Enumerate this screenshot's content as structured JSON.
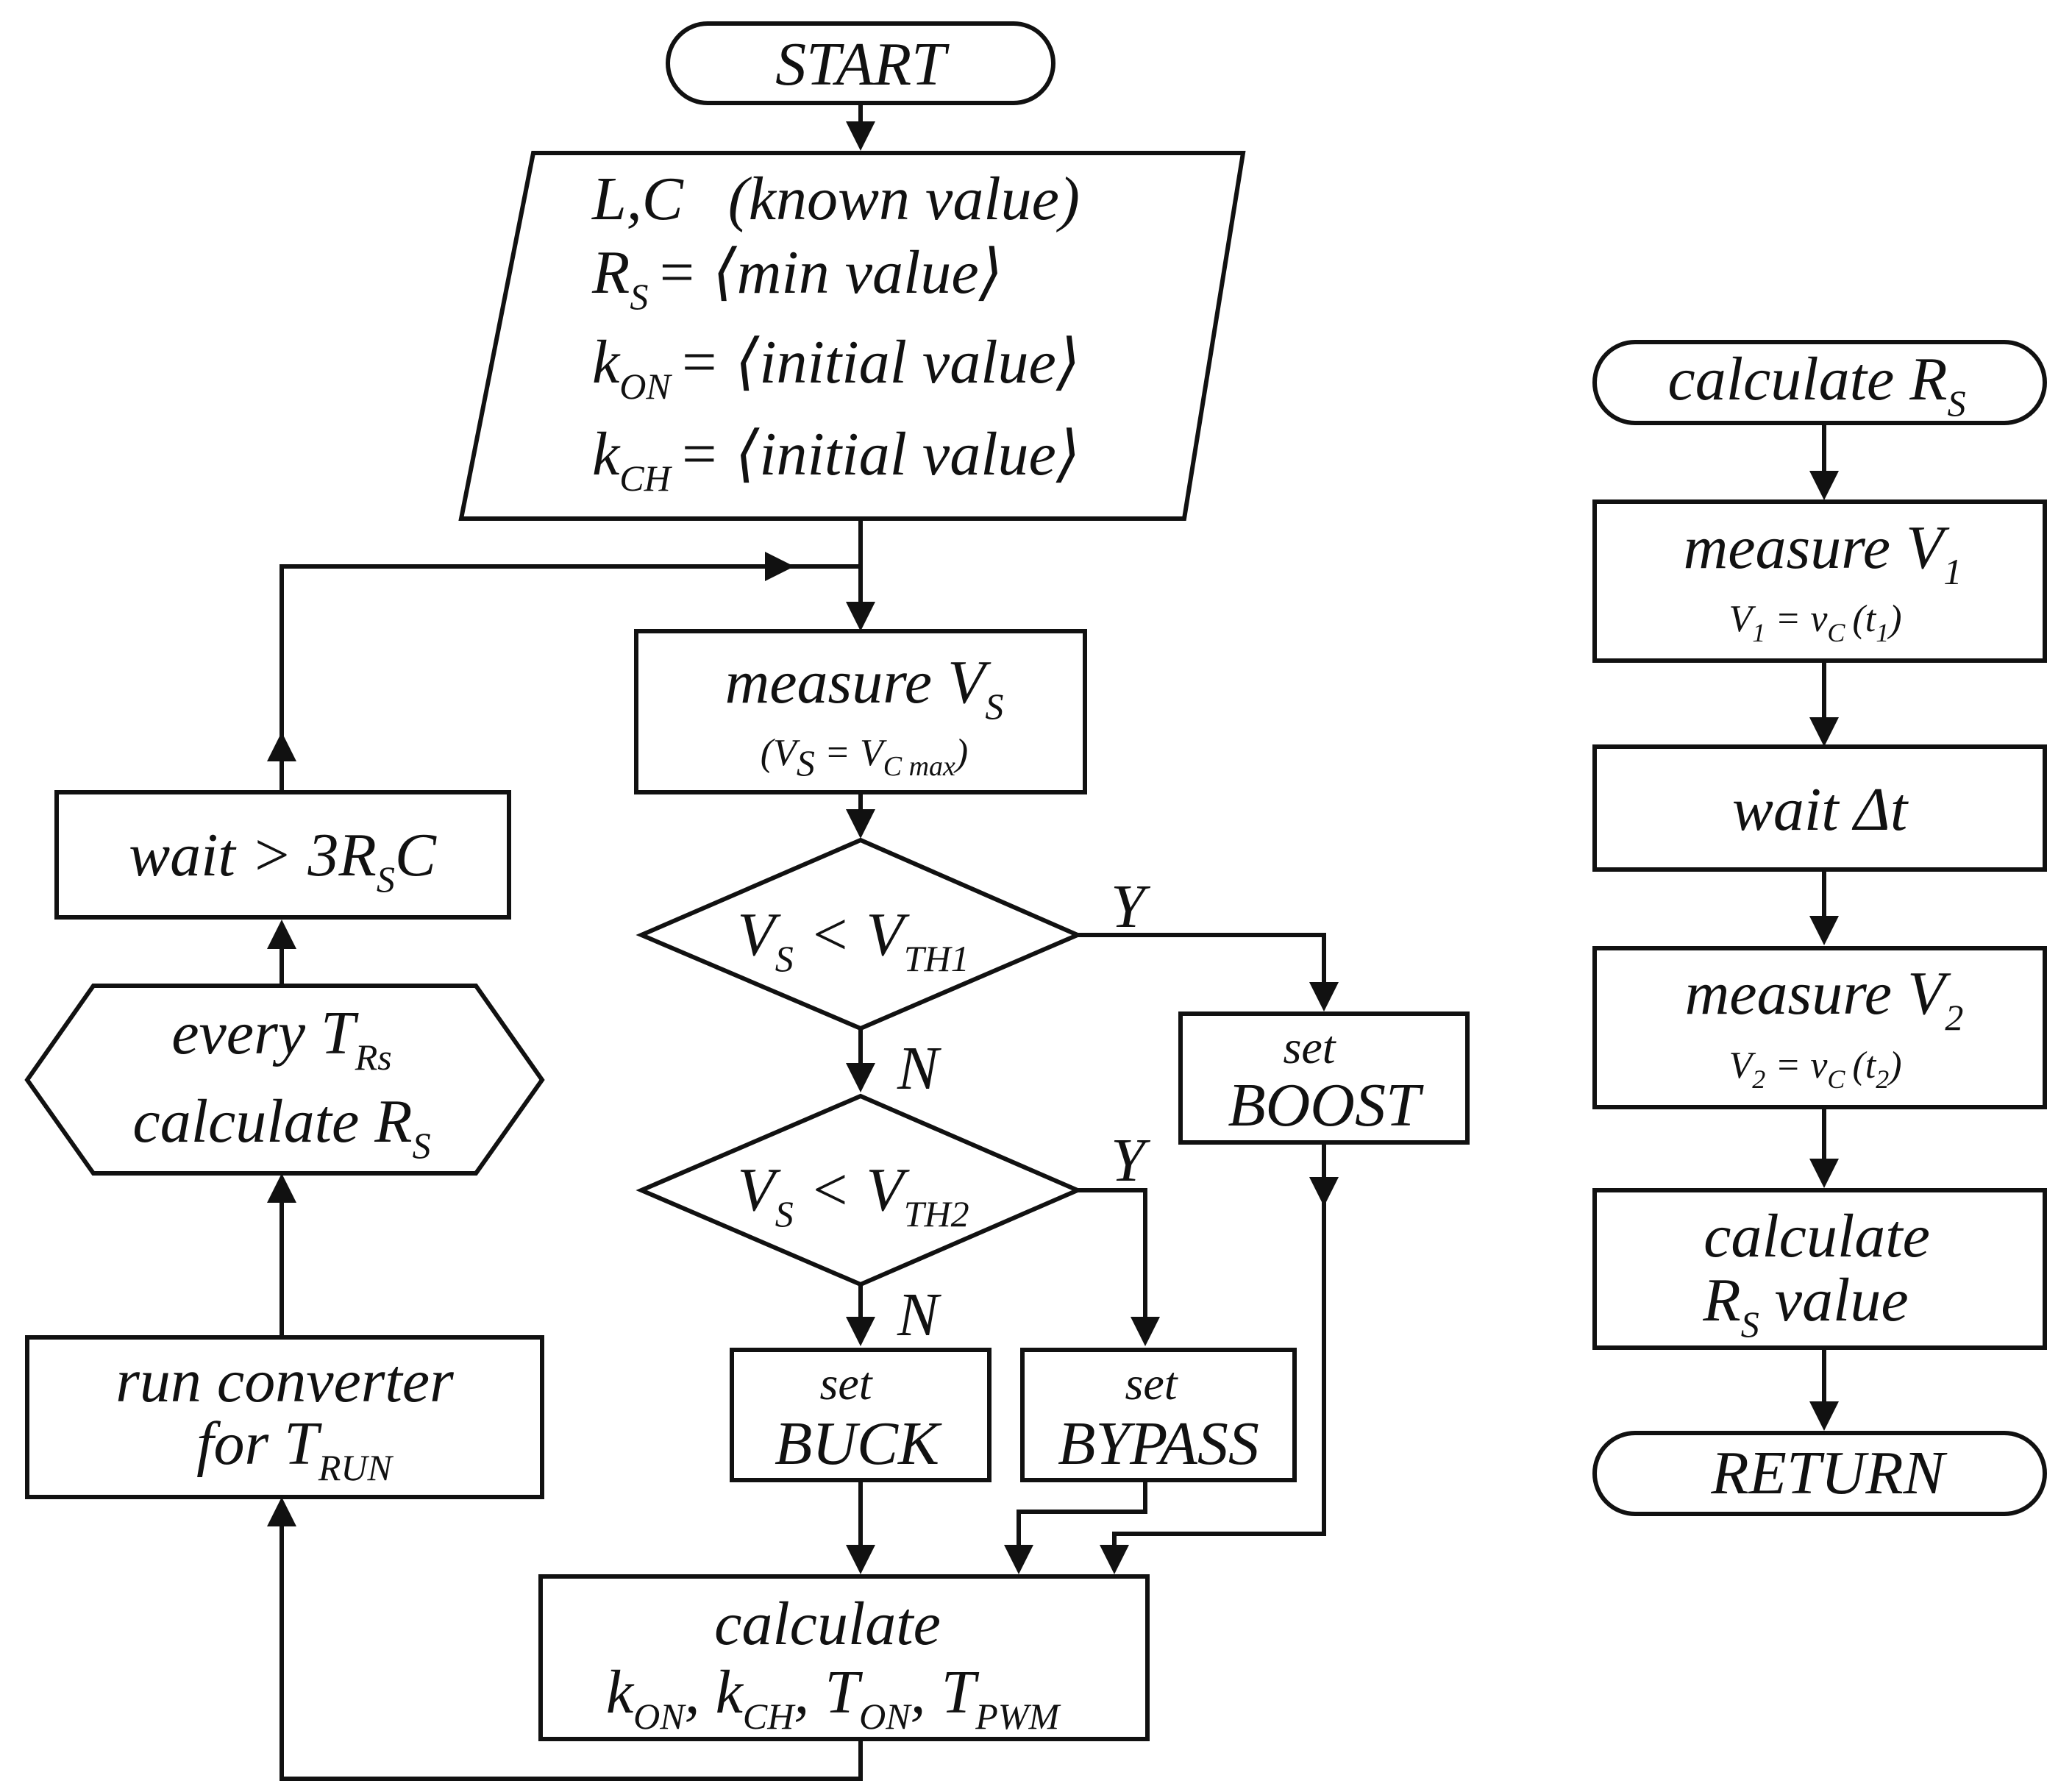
{
  "main_flow": {
    "start": "START",
    "init": {
      "lc": "L,C",
      "known": "(known value)",
      "rs_sym": "R",
      "rs_sub": "S",
      "rs_val": "= ⟨min value⟩",
      "kon_sym": "k",
      "kon_sub": "ON",
      "kon_val": "= ⟨initial value⟩",
      "kch_sym": "k",
      "kch_sub": "CH",
      "kch_val": "= ⟨initial value⟩"
    },
    "measure_vs": {
      "title": "measure V",
      "title_sub": "S",
      "paren_open": "(V",
      "eq_sub": "S",
      "eq_mid": " = V",
      "eq_sub2": "C max",
      "paren_close": ")"
    },
    "decision1": {
      "lhs": "V",
      "lhs_sub": "S",
      "op": " < V",
      "rhs_sub": "TH1",
      "yes": "Y",
      "no": "N"
    },
    "decision2": {
      "lhs": "V",
      "lhs_sub": "S",
      "op": " < V",
      "rhs_sub": "TH2",
      "yes": "Y",
      "no": "N"
    },
    "set_boost": {
      "line1": "set",
      "line2": "BOOST"
    },
    "set_buck": {
      "line1": "set",
      "line2": "BUCK"
    },
    "set_bypass": {
      "line1": "set",
      "line2": "BYPASS"
    },
    "calculate_params": {
      "line1": "calculate",
      "k1": "k",
      "k1_sub": "ON",
      "k2": ", k",
      "k2_sub": "CH",
      "t1": ", T",
      "t1_sub": "ON",
      "t2": ", T",
      "t2_sub": "PWM"
    },
    "run_converter": {
      "line1": "run converter",
      "line2": "for  T",
      "line2_sub": "RUN"
    },
    "every_trs": {
      "line1": "every T",
      "line1_sub": "Rs",
      "line2": "calculate R",
      "line2_sub": "S"
    },
    "wait_rsc": {
      "pre": "wait > 3R",
      "sub": "S",
      "post": "C"
    }
  },
  "sub_flow": {
    "start": {
      "text": "calculate R",
      "sub": "S"
    },
    "measure_v1": {
      "title": "measure V",
      "title_sub": "1",
      "eq": "V",
      "eq_sub": "1",
      "eq_mid": " = v",
      "eq_sub2": "C",
      "eq_post": "(t",
      "eq_sub3": "1",
      "eq_close": ")"
    },
    "wait_dt": {
      "text": "wait  Δt"
    },
    "measure_v2": {
      "title": "measure V",
      "title_sub": "2",
      "eq": "V",
      "eq_sub": "2",
      "eq_mid": " = v",
      "eq_sub2": "C",
      "eq_post": "(t",
      "eq_sub3": "2",
      "eq_close": ")"
    },
    "calc_rs": {
      "line1": "calculate",
      "line2": "R",
      "line2_sub": "S",
      "line2_post": "  value"
    },
    "return": "RETURN"
  }
}
